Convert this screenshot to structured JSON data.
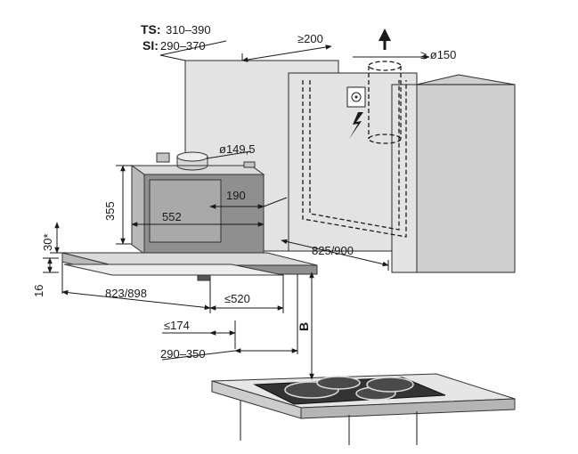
{
  "dimensions": {
    "ts_label": "TS:",
    "ts_value": "310–390",
    "si_label": "SI:",
    "si_value": "290–370",
    "ge200": "≥200",
    "ge150": "≥ ø150",
    "dia149": "ø149,5",
    "h355": "355",
    "w552": "552",
    "d190": "190",
    "h30": "30*",
    "h16": "16",
    "w825_900": "825/900",
    "w823_898": "823/898",
    "le520": "≤520",
    "le174": "≤174",
    "r290_350": "290–350",
    "b_label": "B"
  }
}
